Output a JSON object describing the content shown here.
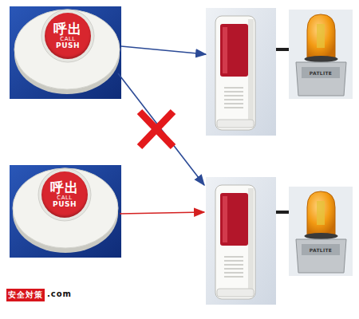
{
  "diagram": {
    "nodes": [
      {
        "text": [
          "呼出",
          "CALL",
          "PUSH"
        ]
      },
      {
        "text": [
          "呼出",
          "CALL",
          "PUSH"
        ]
      }
    ],
    "labels": [
      "PATLITE",
      "PATLITE",
      "安全対策",
      ".com"
    ]
  }
}
